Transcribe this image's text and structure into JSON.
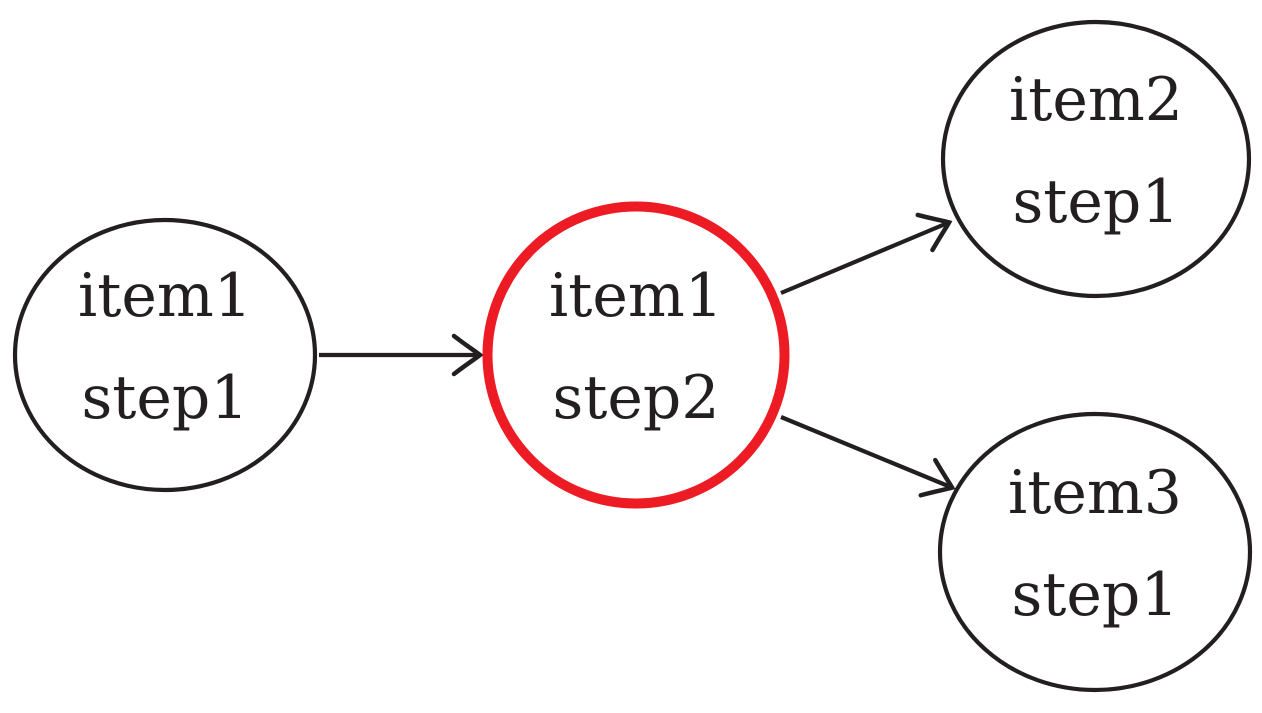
{
  "diagram": {
    "background": "#ffffff",
    "stroke_color": "#231f20",
    "text_color": "#231f20",
    "highlight_color": "#ed1c24",
    "nodes": [
      {
        "id": "item1-step1",
        "line1": "item1",
        "line2": "step1",
        "highlighted": false
      },
      {
        "id": "item1-step2",
        "line1": "item1",
        "line2": "step2",
        "highlighted": true
      },
      {
        "id": "item2-step1",
        "line1": "item2",
        "line2": "step1",
        "highlighted": false
      },
      {
        "id": "item3-step1",
        "line1": "item3",
        "line2": "step1",
        "highlighted": false
      }
    ],
    "edges": [
      {
        "from": "item1-step1",
        "to": "item1-step2"
      },
      {
        "from": "item1-step2",
        "to": "item2-step1"
      },
      {
        "from": "item1-step2",
        "to": "item3-step1"
      }
    ]
  }
}
